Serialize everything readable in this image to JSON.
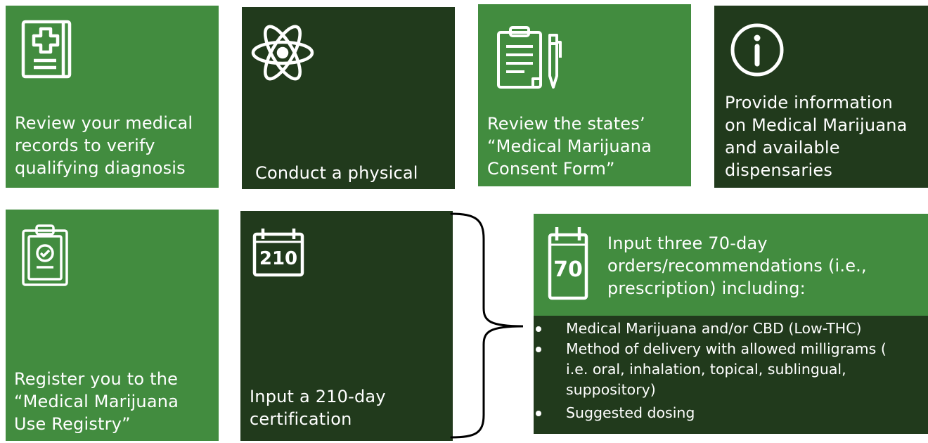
{
  "steps": [
    {
      "text": "Review your medical\nrecords to verify\nqualifying diagnosis",
      "icon": "medical-record-icon"
    },
    {
      "text": "Conduct a physical",
      "icon": "atom-icon"
    },
    {
      "text": "Review the states’\n“Medical  Marijuana\nConsent Form”",
      "icon": "clipboard-pen-icon"
    },
    {
      "text": "Provide information\non Medical Marijuana\nand available\ndispensaries",
      "icon": "info-icon"
    },
    {
      "text": "Register you to the\n“Medical  Marijuana\nUse Registry”",
      "icon": "clipboard-check-icon"
    },
    {
      "text": "Input a 210-day\ncertification",
      "icon": "calendar-icon",
      "icon_number": "210"
    }
  ],
  "orders": {
    "heading": "Input three 70-day\norders/recommendations (i.e.,\nprescription) including:",
    "icon": "calendar-icon",
    "icon_number": "70",
    "bullets": [
      "Medical Marijuana and/or CBD (Low-THC)",
      "Method of delivery with allowed milligrams (\ni.e. oral, inhalation, topical, sublingual,\nsuppository)",
      "Suggested dosing"
    ]
  },
  "colors": {
    "light_green": "#428c3f",
    "dark_green": "#213a1c",
    "text": "#ffffff"
  }
}
